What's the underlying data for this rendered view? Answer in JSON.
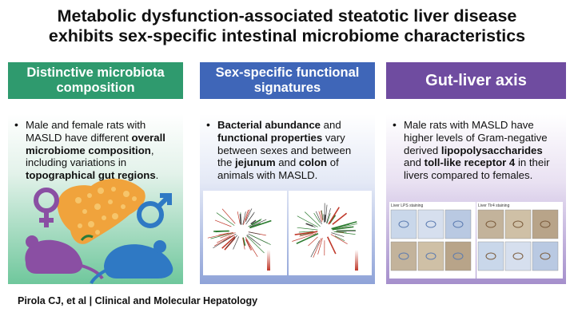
{
  "title": {
    "line1": "Metabolic dysfunction-associated steatotic liver disease",
    "line2": "exhibits sex-specific intestinal microbiome characteristics"
  },
  "colors": {
    "green": "#2f9a6e",
    "blue": "#3f66b8",
    "purple": "#6f4ca0",
    "liver": "#f0a33c",
    "female": "#8a4fa3",
    "male": "#2f79c4"
  },
  "columns": [
    {
      "header_line1": "Distinctive microbiota",
      "header_line2": "composition",
      "bullet": {
        "t1": "Male and female rats with MASLD have different ",
        "b1": "overall microbiome composition",
        "t2": ", including variations in ",
        "b2": "topographical gut regions",
        "t3": "."
      },
      "icons": [
        "female-symbol-icon",
        "liver-icon",
        "male-symbol-icon",
        "rat-icon"
      ]
    },
    {
      "header_line1": "Sex-specific functional",
      "header_line2": "signatures",
      "bullet": {
        "b1": "Bacterial abundance",
        "t1": " and ",
        "b2": "functional properties",
        "t2": " vary between sexes and between the ",
        "b3": "jejunum",
        "t3": " and ",
        "b4": "colon",
        "t4": " of animals with MASLD."
      }
    },
    {
      "header": "Gut-liver axis",
      "bullet": {
        "t1": "Male rats with MASLD have higher levels of Gram-negative derived ",
        "b1": "lipopolysaccharides",
        "t2": " and ",
        "b2": "toll-like receptor 4",
        "t3": " in their livers compared to females."
      },
      "micrographs": {
        "left_title": "Liver LPS staining",
        "right_title": "Liver Tlr4 staining"
      }
    }
  ],
  "footer": "Pirola CJ, et al  | Clinical and Molecular Hepatology"
}
